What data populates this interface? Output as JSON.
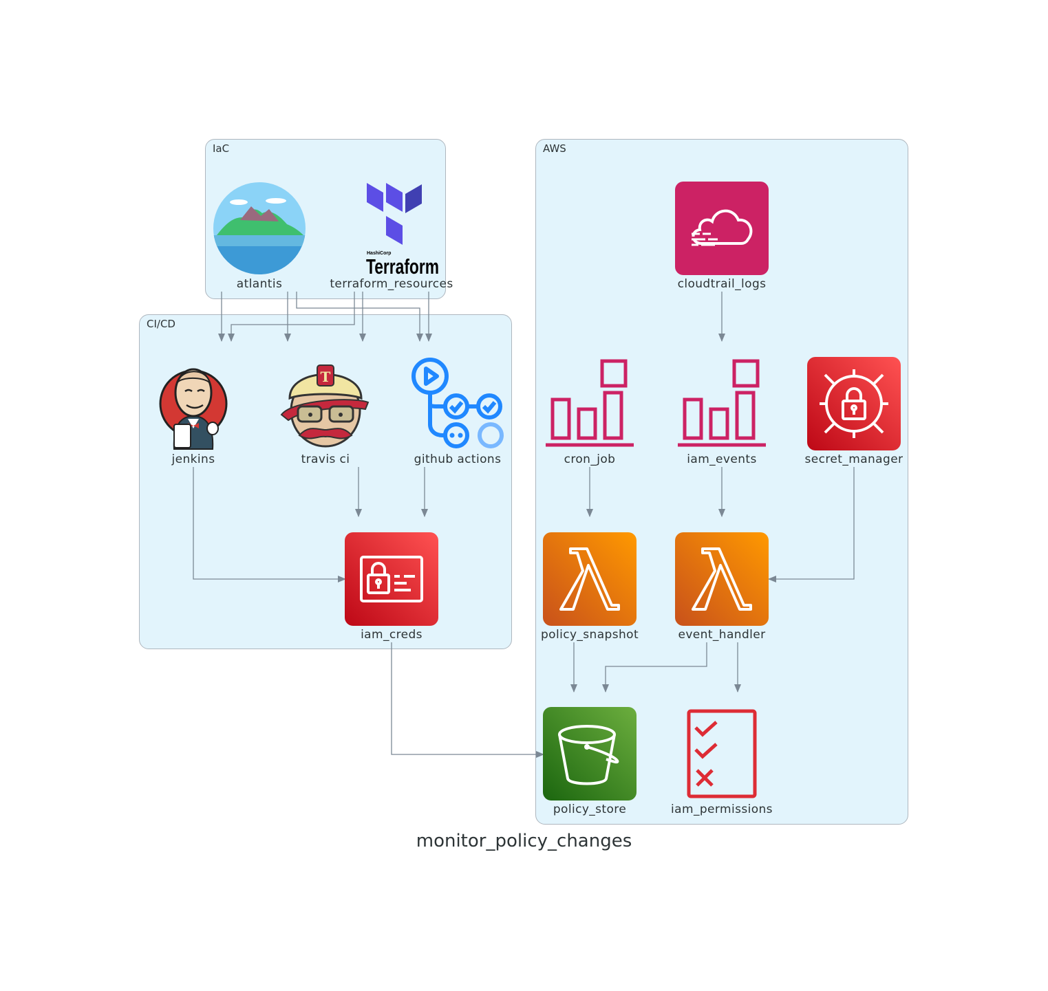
{
  "diagram": {
    "title": "monitor_policy_changes",
    "clusters": {
      "iac": {
        "label": "IaC"
      },
      "cicd": {
        "label": "CI/CD"
      },
      "aws": {
        "label": "AWS"
      }
    },
    "nodes": {
      "atlantis": {
        "label": "atlantis",
        "icon": "atlantis-icon"
      },
      "terraform_resources": {
        "label": "terraform_resources",
        "icon": "terraform-icon"
      },
      "jenkins": {
        "label": "jenkins",
        "icon": "jenkins-icon"
      },
      "travis_ci": {
        "label": "travis ci",
        "icon": "travis-ci-icon"
      },
      "github_actions": {
        "label": "github actions",
        "icon": "github-actions-icon"
      },
      "iam_creds": {
        "label": "iam_creds",
        "icon": "iam-creds-icon"
      },
      "cloudtrail_logs": {
        "label": "cloudtrail_logs",
        "icon": "cloudtrail-icon"
      },
      "cron_job": {
        "label": "cron_job",
        "icon": "cloudwatch-chart-icon"
      },
      "iam_events": {
        "label": "iam_events",
        "icon": "cloudwatch-chart-icon"
      },
      "secret_manager": {
        "label": "secret_manager",
        "icon": "secrets-manager-icon"
      },
      "policy_snapshot": {
        "label": "policy_snapshot",
        "icon": "lambda-icon"
      },
      "event_handler": {
        "label": "event_handler",
        "icon": "lambda-icon"
      },
      "policy_store": {
        "label": "policy_store",
        "icon": "s3-bucket-icon"
      },
      "iam_permissions": {
        "label": "iam_permissions",
        "icon": "checklist-icon"
      }
    },
    "edges": [
      [
        "atlantis",
        "jenkins"
      ],
      [
        "atlantis",
        "travis_ci"
      ],
      [
        "atlantis",
        "github_actions"
      ],
      [
        "terraform_resources",
        "jenkins"
      ],
      [
        "terraform_resources",
        "travis_ci"
      ],
      [
        "terraform_resources",
        "github_actions"
      ],
      [
        "jenkins",
        "iam_creds"
      ],
      [
        "travis_ci",
        "iam_creds"
      ],
      [
        "github_actions",
        "iam_creds"
      ],
      [
        "iam_creds",
        "policy_store"
      ],
      [
        "cloudtrail_logs",
        "iam_events"
      ],
      [
        "cron_job",
        "policy_snapshot"
      ],
      [
        "iam_events",
        "event_handler"
      ],
      [
        "secret_manager",
        "event_handler"
      ],
      [
        "policy_snapshot",
        "policy_store"
      ],
      [
        "event_handler",
        "policy_store"
      ],
      [
        "event_handler",
        "iam_permissions"
      ]
    ],
    "colors": {
      "cluster_fill": "#e2f4fc",
      "edge": "#7b8894",
      "cloudtrail": "#cc2264",
      "security": "#dd344c",
      "lambda": "#ed7100",
      "s3": "#3f8624"
    }
  }
}
